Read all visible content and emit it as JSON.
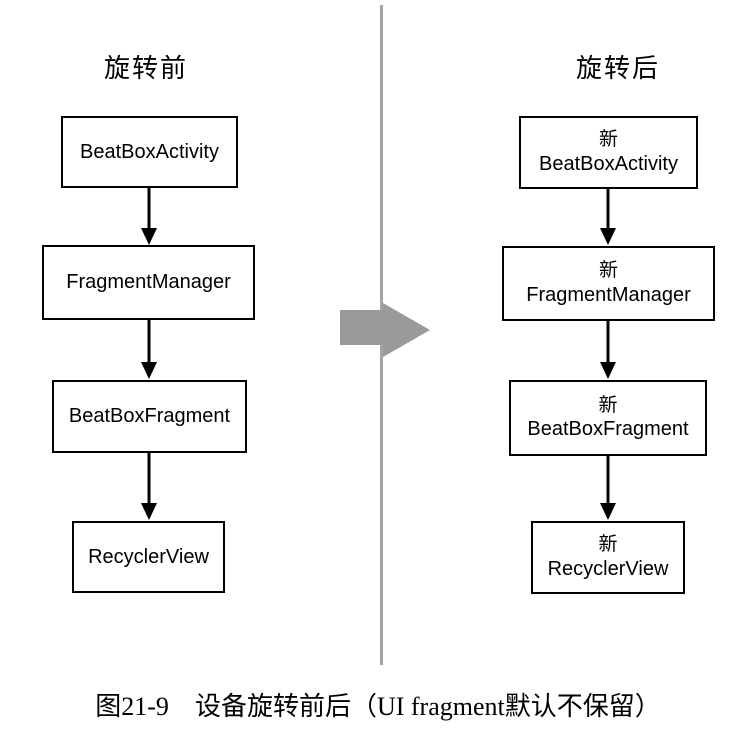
{
  "left_panel": {
    "title": "旋转前",
    "boxes": [
      {
        "label": "BeatBoxActivity"
      },
      {
        "label": "FragmentManager"
      },
      {
        "label": "BeatBoxFragment"
      },
      {
        "label": "RecyclerView"
      }
    ]
  },
  "right_panel": {
    "title": "旋转后",
    "boxes": [
      {
        "prefix": "新",
        "label": "BeatBoxActivity"
      },
      {
        "prefix": "新",
        "label": "FragmentManager"
      },
      {
        "prefix": "新",
        "label": "BeatBoxFragment"
      },
      {
        "prefix": "新",
        "label": "RecyclerView"
      }
    ]
  },
  "caption": {
    "figure_label": "图21-9",
    "text": "设备旋转前后（UI fragment默认不保留）"
  },
  "colors": {
    "background": "#ffffff",
    "box_border": "#000000",
    "text": "#000000",
    "divider": "#a3a3a3",
    "transition_arrow": "#9a9a9a",
    "flow_arrow": "#000000"
  }
}
